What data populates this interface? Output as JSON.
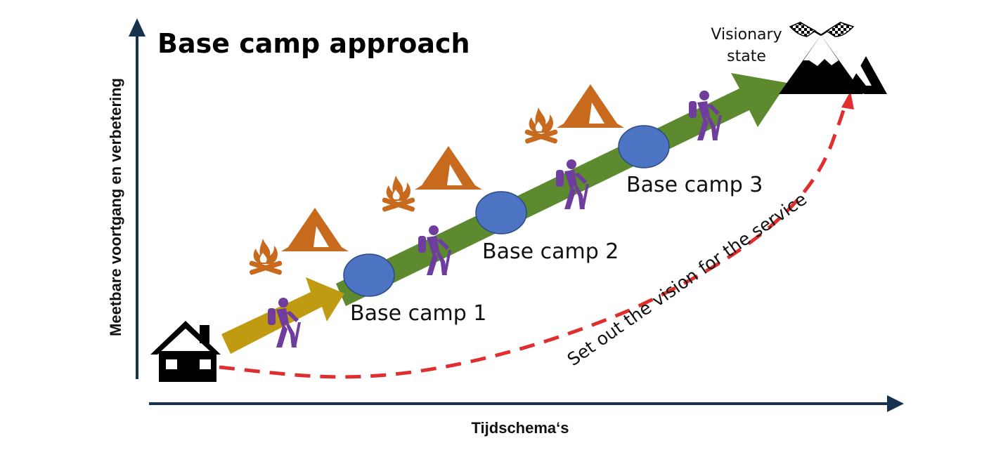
{
  "diagram": {
    "title": "Base camp approach",
    "y_axis_label": "Meetbare voortgang en verbetering",
    "x_axis_label": "Tijdschema‘s",
    "goal_label_line1": "Visionary",
    "goal_label_line2": "state",
    "base_camps": [
      {
        "label": "Base camp 1"
      },
      {
        "label": "Base camp 2"
      },
      {
        "label": "Base camp 3"
      }
    ],
    "vision_path_label": "Set out the vision for the service",
    "colors": {
      "axis": "#17324f",
      "start_arrow": "#c09a10",
      "path_arrow": "#5d8a2e",
      "camp_circle": "#4d74c2",
      "tent": "#c86a1e",
      "hiker": "#6e3d9e",
      "vision_dash": "#e02d2d",
      "icon_black": "#000000"
    },
    "icons": [
      "house-icon",
      "mountain-icon",
      "checkered-flag-icon",
      "tent-icon",
      "campfire-icon",
      "hiker-icon"
    ]
  }
}
